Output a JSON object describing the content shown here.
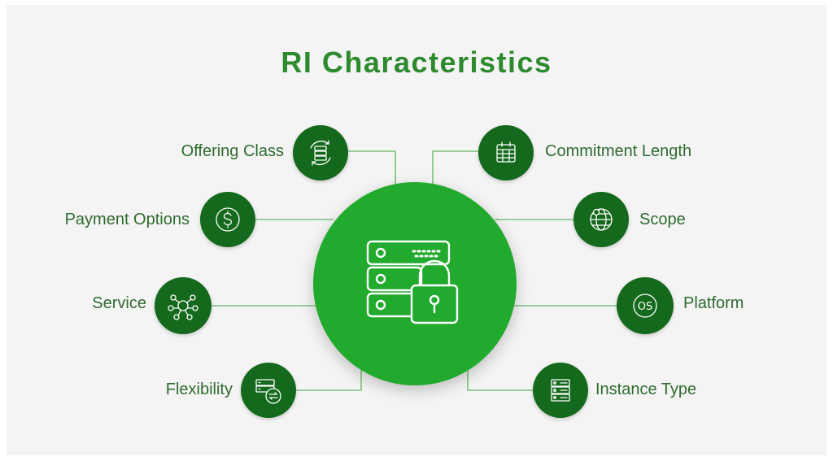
{
  "title": "RI Characteristics",
  "colors": {
    "title": "#2e8a2e",
    "hub": "#21aa2d",
    "node": "#14691c",
    "label": "#2f6b2f",
    "connector": "#7cc07c",
    "background": "#f4f4f4"
  },
  "hub": {
    "icon": "server-lock-icon"
  },
  "characteristics": [
    {
      "label": "Offering Class",
      "icon": "offering-class-icon",
      "side": "left"
    },
    {
      "label": "Payment Options",
      "icon": "dollar-coin-icon",
      "side": "left"
    },
    {
      "label": "Service",
      "icon": "service-network-icon",
      "side": "left"
    },
    {
      "label": "Flexibility",
      "icon": "flexibility-icon",
      "side": "left"
    },
    {
      "label": "Commitment Length",
      "icon": "calendar-icon",
      "side": "right"
    },
    {
      "label": "Scope",
      "icon": "globe-icon",
      "side": "right"
    },
    {
      "label": "Platform",
      "icon": "os-icon",
      "side": "right"
    },
    {
      "label": "Instance Type",
      "icon": "server-rack-icon",
      "side": "right"
    }
  ]
}
